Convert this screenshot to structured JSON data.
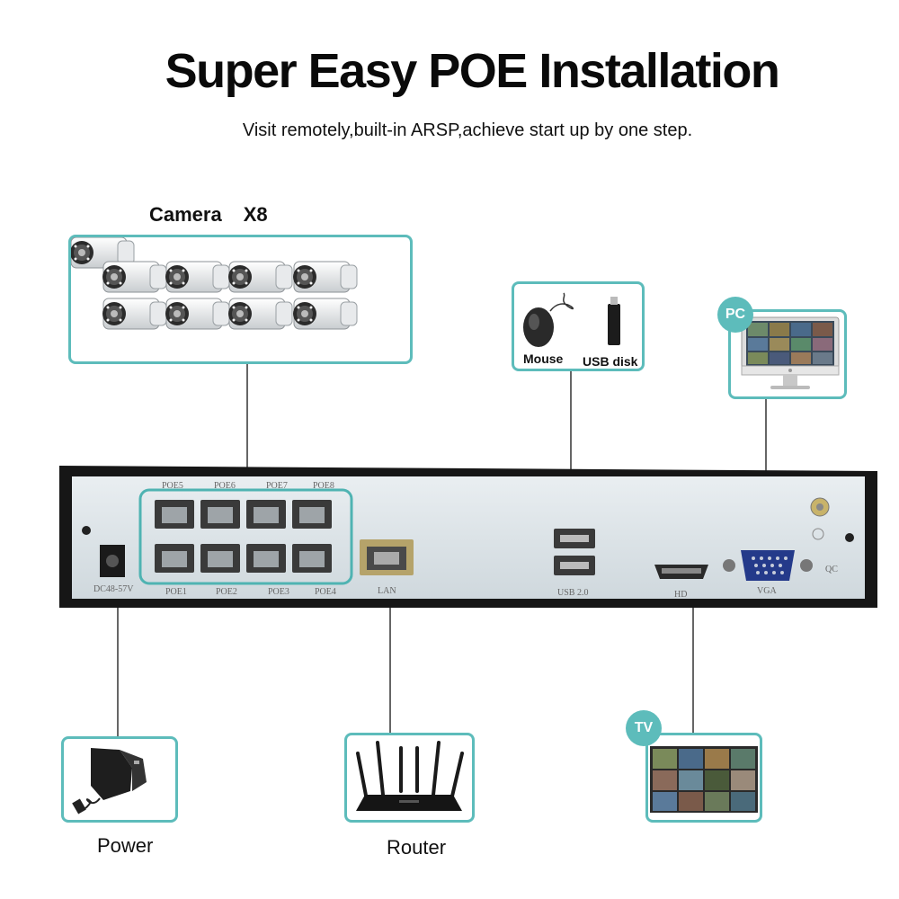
{
  "header": {
    "title": "Super Easy POE Installation",
    "subtitle": "Visit remotely,built-in ARSP,achieve start up by one step."
  },
  "camera": {
    "label": "Camera",
    "count": "X8"
  },
  "peripherals": {
    "mouse_label": "Mouse",
    "usb_label": "USB disk"
  },
  "badges": {
    "pc": "PC",
    "tv": "TV"
  },
  "nvr": {
    "poe_top": [
      "POE5",
      "POE6",
      "POE7",
      "POE8"
    ],
    "poe_bottom": [
      "POE1",
      "POE2",
      "POE3",
      "POE4"
    ],
    "power_port": "DC48-57V",
    "lan": "LAN",
    "usb": "USB 2.0",
    "hd": "HD",
    "vga": "VGA",
    "qc": "QC"
  },
  "devices": {
    "power_label": "Power",
    "router_label": "Router"
  },
  "colors": {
    "accent": "#5dbcbb",
    "nvr_face": "#d8e0e4",
    "nvr_frame": "#1a1a1a",
    "poe_highlight": "#4fb3b2"
  }
}
